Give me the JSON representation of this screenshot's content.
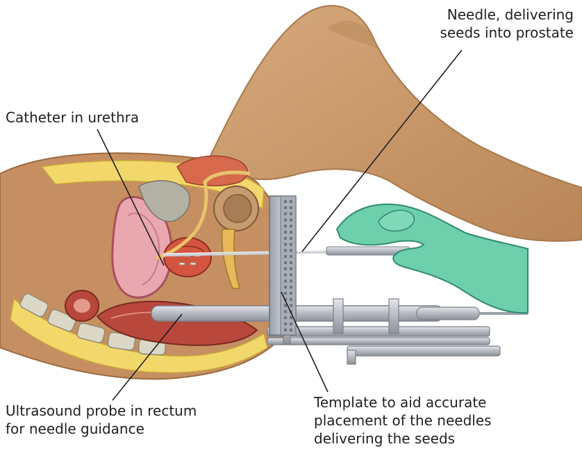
{
  "labels": {
    "needle": [
      "Needle, delivering",
      "seeds into prostate"
    ],
    "catheter": [
      "Catheter in urethra"
    ],
    "probe": [
      "Ultrasound probe in rectum",
      "for needle guidance"
    ],
    "template": [
      "Template to aid accurate",
      "placement of the needles",
      "delivering the seeds"
    ]
  },
  "colors": {
    "skin": "#c99a6e",
    "skin_dark": "#a8774c",
    "fat": "#f2d86a",
    "bladder": "#e9a7b0",
    "muscle": "#c4453b",
    "glove": "#6ecfad",
    "instrument": "#b9bdc4",
    "bone": "#d9d6c8"
  }
}
